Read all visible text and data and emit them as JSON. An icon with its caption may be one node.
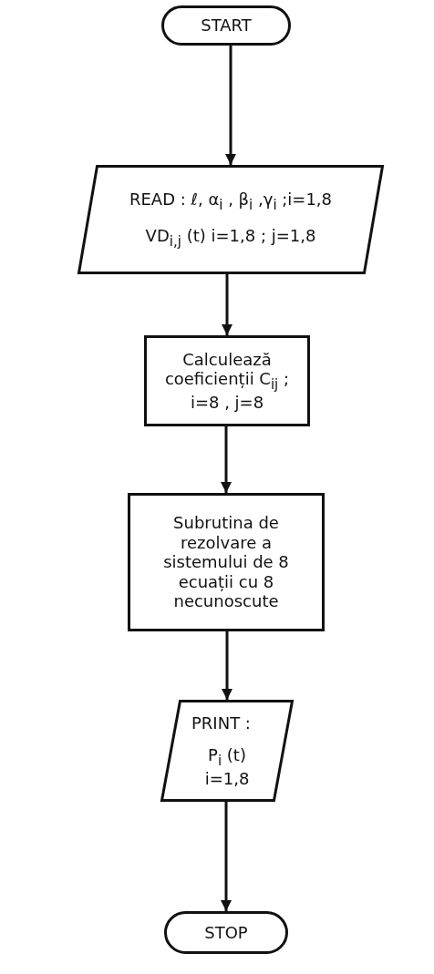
{
  "diagram": {
    "nodes": [
      {
        "text": [
          "START"
        ]
      },
      {
        "text": [
          "READ : ℓ, α$_{i}$ , β$_{i}$ ,γ$_{i}$ ;i=1,8",
          "VD$_{i,j}$ (t) i=1,8 ; j=1,8"
        ]
      },
      {
        "text": [
          "Calculează coeficienții C$_{ij}$ ; i=8 , j=8"
        ]
      },
      {
        "text": [
          "Subrutina de rezolvare a sistemului de 8 ecuații cu 8 necunoscute"
        ]
      },
      {
        "text": [
          "PRINT :",
          "P$_{i}$ (t) i=1,8"
        ]
      },
      {
        "text": [
          "STOP"
        ]
      }
    ],
    "edges": [
      {
        "from": 0,
        "to": 1,
        "arrow": "to"
      },
      {
        "from": 1,
        "to": 2,
        "arrow": "to"
      },
      {
        "from": 2,
        "to": 3,
        "arrow": "to"
      },
      {
        "from": 3,
        "to": 4,
        "arrow": "to"
      },
      {
        "from": 4,
        "to": 5,
        "arrow": "to"
      }
    ]
  }
}
